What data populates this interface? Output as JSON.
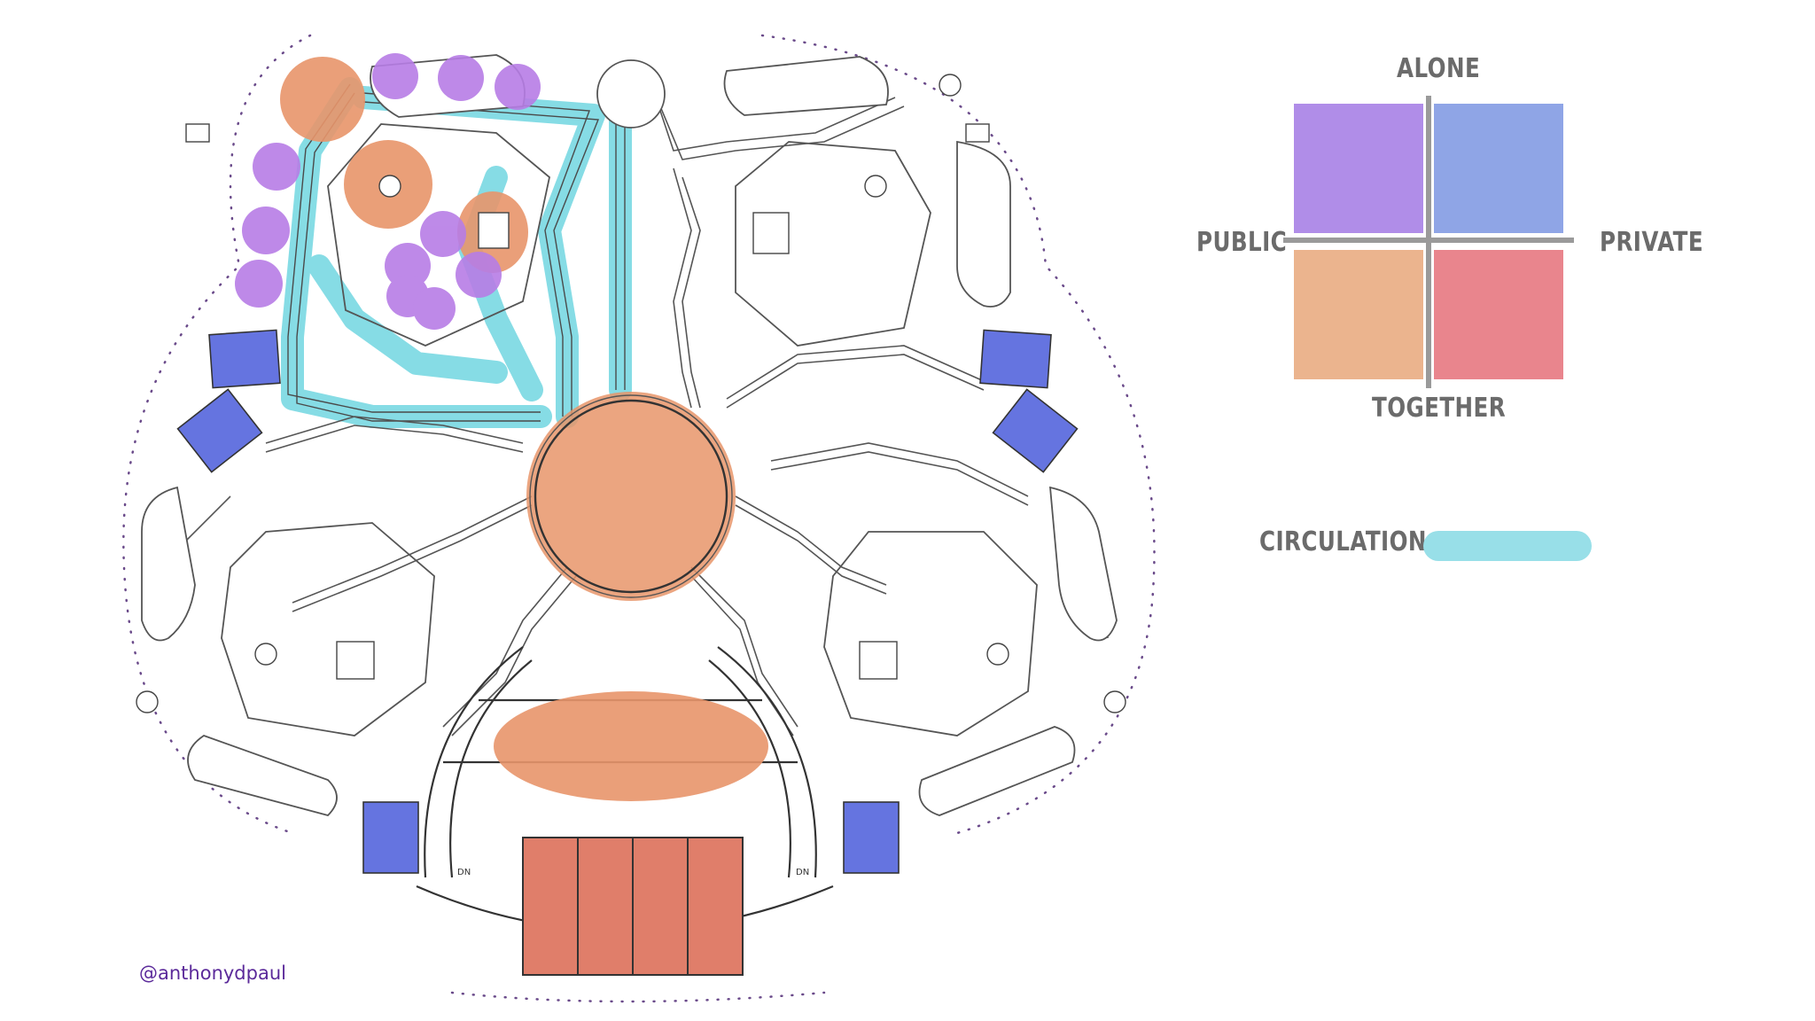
{
  "legend": {
    "alone": "ALONE",
    "public": "PUBLIC",
    "private": "PRIVATE",
    "together": "TOGETHER",
    "circulation": "CIRCULATION",
    "quadrants": {
      "public_alone": "#b08de8",
      "private_alone": "#8fa5e6",
      "public_together": "#ebb48e",
      "private_together": "#e9858d"
    },
    "circulation_color": "#98dfe8"
  },
  "plan": {
    "stair_label_left": "DN",
    "stair_label_right": "DN",
    "colors": {
      "purple_zone": "#b77de6",
      "orange_zone": "#e8956a",
      "blue_pod": "#6574e0",
      "red_block": "#e07e6a",
      "circulation": "#80dbe4",
      "line": "#555555"
    }
  },
  "credit": "@anthonydpaul",
  "credit_color": "#5b2a9a"
}
